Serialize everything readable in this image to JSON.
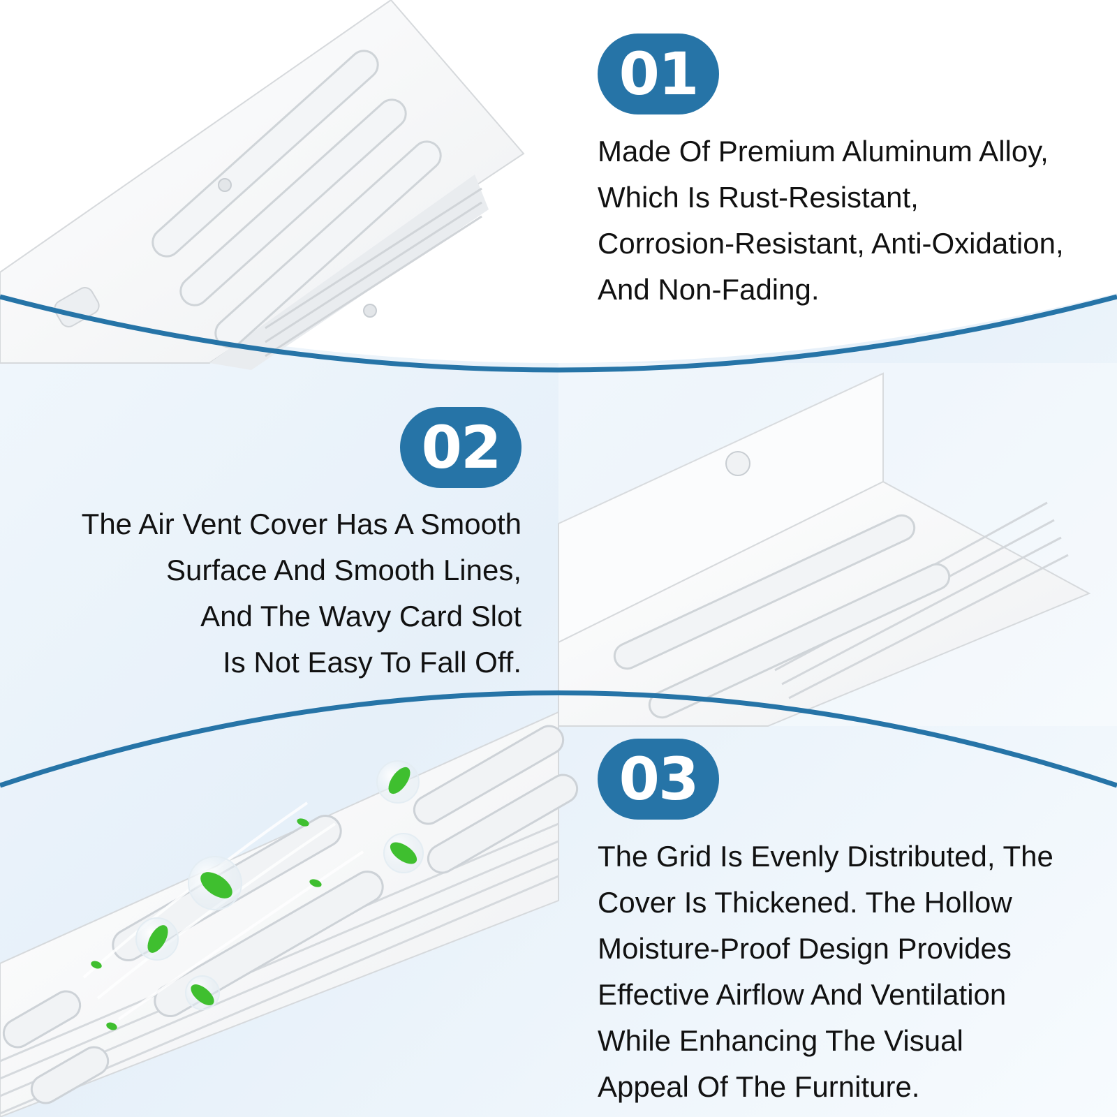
{
  "features": [
    {
      "number": "01",
      "lines": [
        "Made Of Premium Aluminum Alloy,",
        "Which Is Rust-Resistant,",
        "Corrosion-Resistant, Anti-Oxidation,",
        "And Non-Fading."
      ]
    },
    {
      "number": "02",
      "lines": [
        "The Air Vent Cover Has A Smooth",
        "Surface And Smooth Lines,",
        "And The Wavy Card Slot",
        "Is Not Easy To Fall Off."
      ]
    },
    {
      "number": "03",
      "lines": [
        "The Grid Is Evenly Distributed, The",
        "Cover Is Thickened. The Hollow",
        "Moisture-Proof Design Provides",
        "Effective Airflow And Ventilation",
        "While Enhancing The Visual",
        "Appeal Of The Furniture."
      ]
    }
  ],
  "colors": {
    "accent": "#2674a7",
    "text": "#111111",
    "leaf": "#3fbf2f",
    "sky": "#e8f2fa"
  }
}
